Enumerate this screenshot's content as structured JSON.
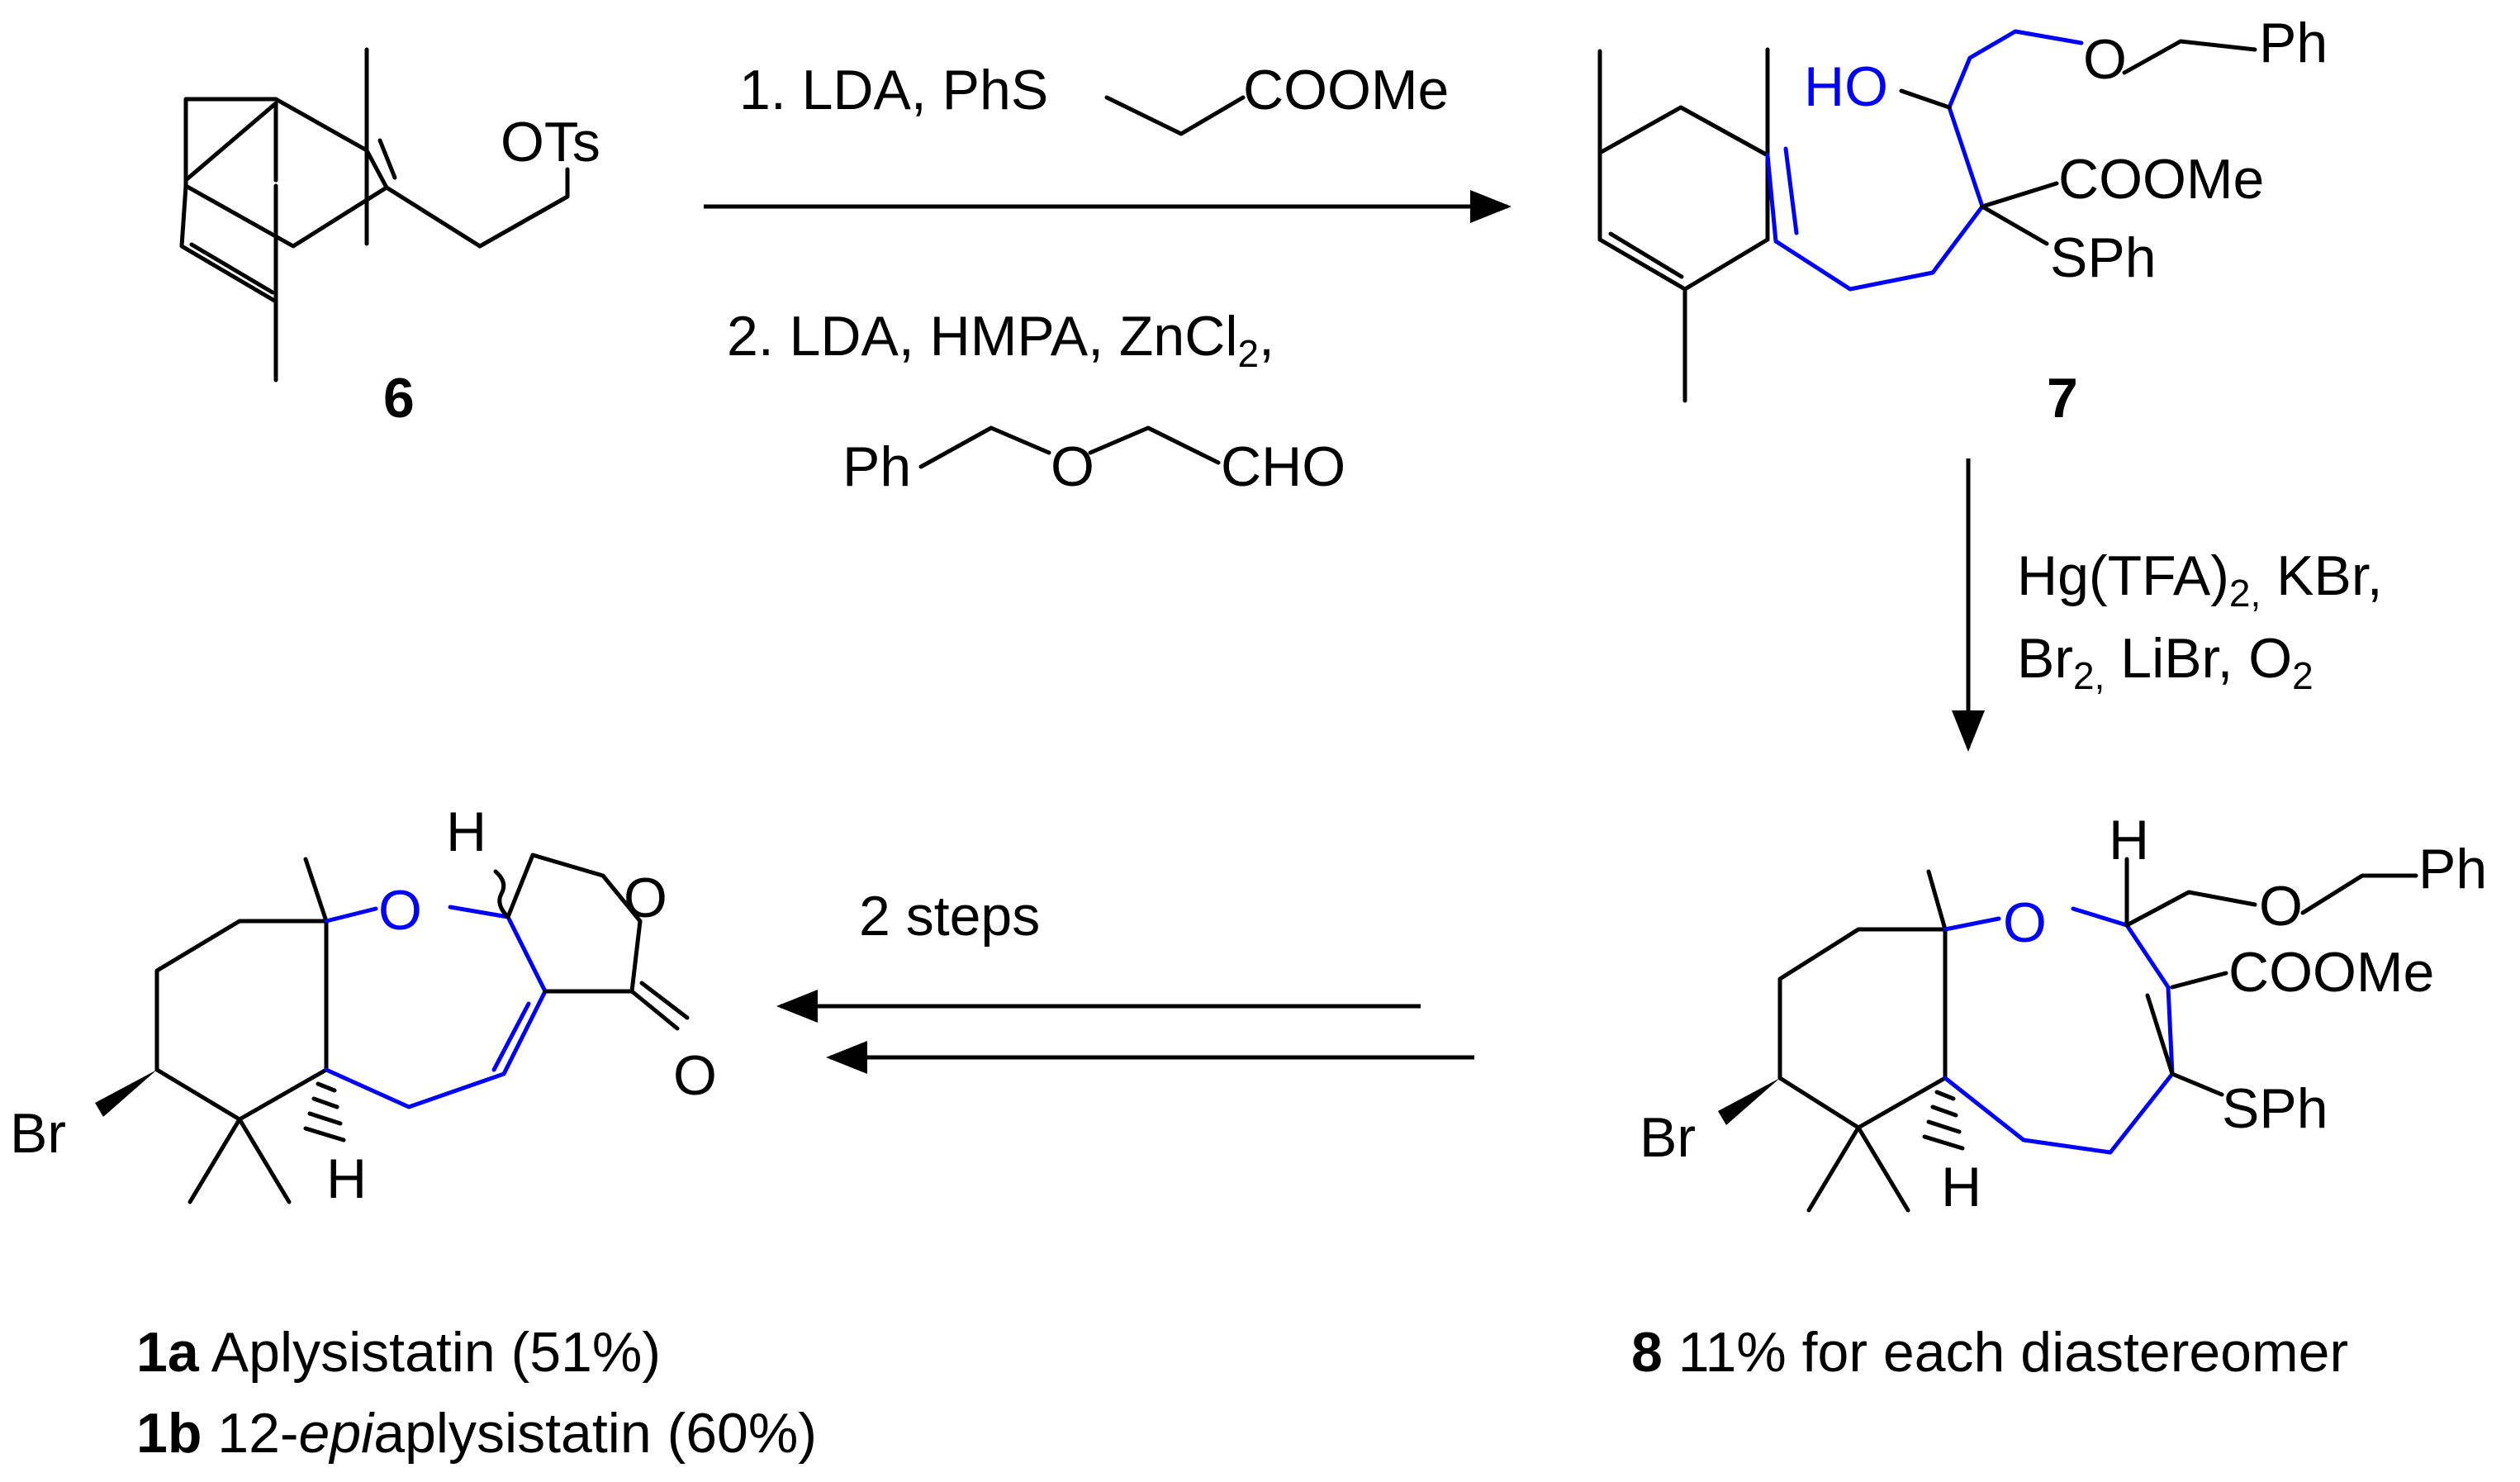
{
  "colors": {
    "highlight": "#0000ff",
    "ink": "#000000",
    "background": "#ffffff"
  },
  "compound6": {
    "number": "6",
    "ots": "OTs"
  },
  "step1": {
    "line1": {
      "prefix": "1. LDA, ",
      "phs": "PhS",
      "coome": "COOMe"
    },
    "line2": {
      "text": "2. LDA, HMPA, ZnCl",
      "sub": "2",
      "trail": ","
    },
    "line3": {
      "ph": "Ph",
      "o": "O",
      "cho": "CHO"
    }
  },
  "compound7": {
    "number": "7",
    "ho": "HO",
    "ph": "Ph",
    "o": "O",
    "coome": "COOMe",
    "sph": "SPh"
  },
  "step2": {
    "line1": {
      "a": "Hg(TFA)",
      "a_sub": "2,",
      "b": " KBr,"
    },
    "line2": {
      "a": "Br",
      "a_sub": "2,",
      "b": " LiBr, O",
      "b_sub": "2"
    }
  },
  "compound8": {
    "h": "H",
    "o_ring": "O",
    "o_chain": "O",
    "ph": "Ph",
    "coome": "COOMe",
    "sph": "SPh",
    "br": "Br",
    "h_ring": "H",
    "caption_number": "8",
    "caption_text": " 11% for each diastereomer"
  },
  "step3": {
    "label": "2 steps"
  },
  "compound1": {
    "h_top": "H",
    "o_ring": "O",
    "o_lactone": "O",
    "o_carbonyl": "O",
    "br": "Br",
    "h_ring": "H",
    "caption_a_number": "1a",
    "caption_a_text": "  Aplysistatin  (51%)",
    "caption_b_number": "1b",
    "caption_b_pre": "  12-",
    "caption_b_epi": "epi",
    "caption_b_post": "aplysistatin  (60%)"
  }
}
